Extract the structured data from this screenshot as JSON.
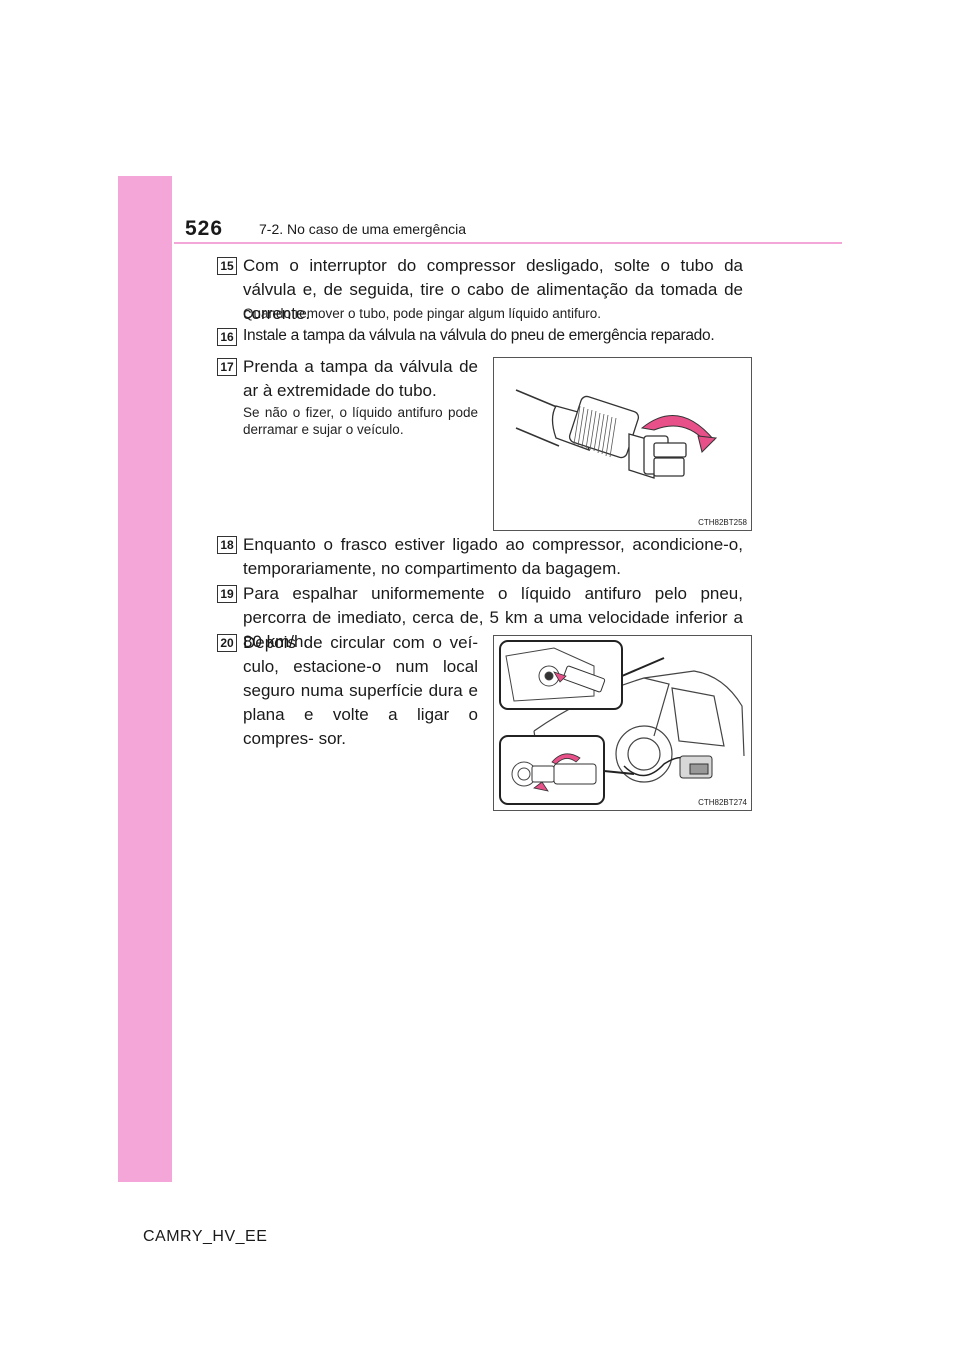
{
  "header": {
    "page_number": "526",
    "section": "7-2. No caso de uma emergência"
  },
  "steps": [
    {
      "num": "15",
      "text": "Com o interruptor do compressor desligado, solte o tubo da válvula e, de seguida, tire o cabo de alimentação da tomada de corrente.",
      "note": "Quando remover o tubo, pode pingar algum líquido antifuro."
    },
    {
      "num": "16",
      "text": "Instale a tampa da válvula na válvula do pneu de emergência reparado."
    },
    {
      "num": "17",
      "text": "Prenda a tampa da válvula de ar à extremidade do tubo.",
      "note": "Se não o fizer, o líquido antifuro pode derramar e sujar o veículo."
    },
    {
      "num": "18",
      "text": "Enquanto o frasco estiver ligado ao compressor, acondicione-o, temporariamente, no compartimento da bagagem."
    },
    {
      "num": "19",
      "text": "Para espalhar uniformemente o líquido antifuro pelo pneu, percorra de imediato, cerca de, 5 km a uma velocidade inferior a 80 km/h."
    },
    {
      "num": "20",
      "text": "Depois de circular com o veí- culo, estacione-o num local seguro numa superfície dura e plana e volte a ligar o compres- sor."
    }
  ],
  "figures": [
    {
      "code": "CTH82BT258"
    },
    {
      "code": "CTH82BT274"
    }
  ],
  "footer": {
    "model": "CAMRY_HV_EE"
  },
  "colors": {
    "accent": "#f4a6d9",
    "arrow": "#e8508a"
  }
}
